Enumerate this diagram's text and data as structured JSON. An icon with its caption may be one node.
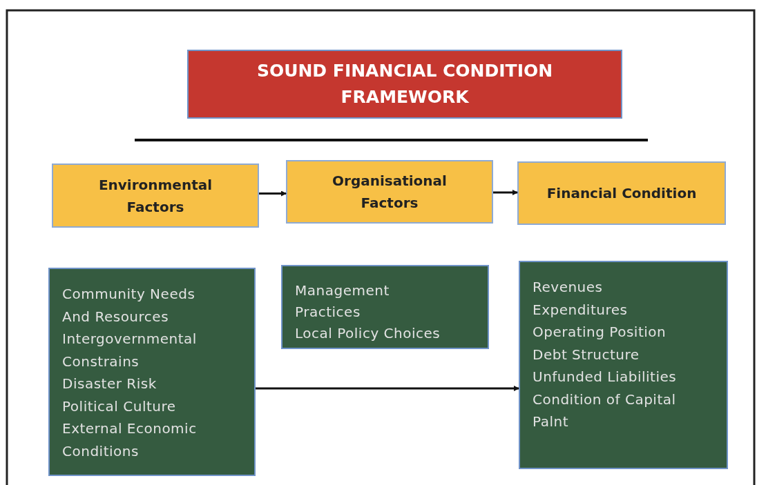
{
  "diagram": {
    "nodes": [
      {
        "text": [
          "SOUND FINANCIAL CONDITION FRAMEWORK"
        ]
      },
      {
        "text": [
          "Environmental Factors"
        ]
      },
      {
        "text": [
          "Organisational Factors"
        ]
      },
      {
        "text": [
          "Financial Condition"
        ]
      },
      {
        "text": [
          "Community Needs And Resources",
          "Intergovernmental Constrains",
          "Disaster Risk",
          "Political Culture",
          "External Economic Conditions"
        ]
      },
      {
        "text": [
          "Management Practices",
          "Local Policy Choices"
        ]
      },
      {
        "text": [
          "Revenues",
          "Expenditures",
          "Operating Position",
          "Debt Structure",
          "Unfunded Liabilities",
          "Condition of Capital Palnt"
        ]
      }
    ],
    "edges": [
      {
        "from": 1,
        "to": 2,
        "arrow": "to"
      },
      {
        "from": 2,
        "to": 3,
        "arrow": "to"
      },
      {
        "from": 4,
        "to": 6,
        "arrow": "to"
      }
    ]
  }
}
